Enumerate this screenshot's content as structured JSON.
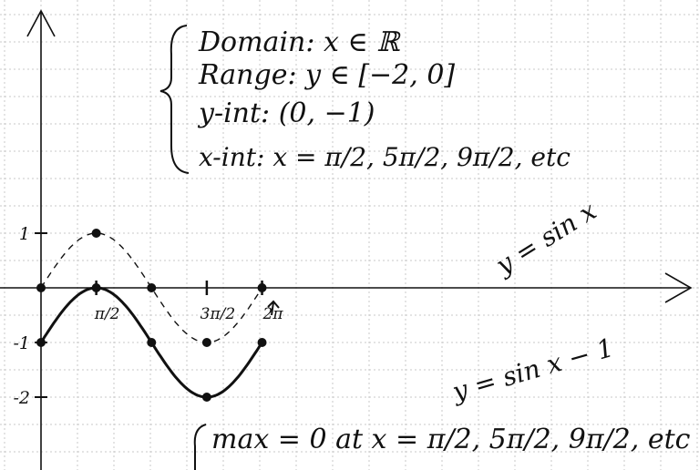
{
  "notes": {
    "domain_line": "Domain: x ∈ ℝ",
    "range_line": "Range: y ∈ [−2, 0]",
    "y_int_line": "y-int: (0, −1)",
    "x_int_line": "x-int: x = π/2, 5π/2, 9π/2, etc",
    "max_line": "max = 0 at x = π/2, 5π/2, 9π/2, etc"
  },
  "labels": {
    "sin_curve": "y = sin x",
    "shifted_curve": "y = sin x − 1"
  },
  "axis": {
    "y_ticks": [
      {
        "value": 1,
        "text": "1"
      },
      {
        "value": -1,
        "text": "-1"
      },
      {
        "value": -2,
        "text": "-2"
      }
    ],
    "x_ticks": [
      {
        "value": 1.5708,
        "text": "π/2"
      },
      {
        "value": 4.7124,
        "text": "3π/2"
      },
      {
        "value": 6.2832,
        "text": "2π"
      }
    ]
  },
  "curves": {
    "sin_points": [
      [
        0,
        0
      ],
      [
        1.5708,
        1
      ],
      [
        3.1416,
        0
      ],
      [
        4.7124,
        -1
      ],
      [
        6.2832,
        0
      ]
    ],
    "shifted_points": [
      [
        0,
        -1
      ],
      [
        1.5708,
        0
      ],
      [
        3.1416,
        -1
      ],
      [
        4.7124,
        -2
      ],
      [
        6.2832,
        -1
      ]
    ]
  },
  "colors": {
    "ink": "#111111",
    "grid": "#c9c9c9"
  }
}
